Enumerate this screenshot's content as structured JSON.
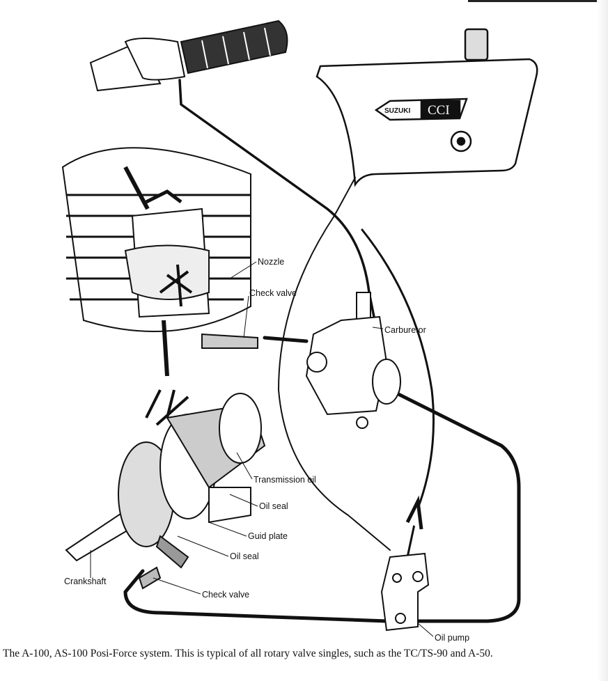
{
  "diagram": {
    "labels": {
      "nozzle": "Nozzle",
      "check_valve_top": "Check valve",
      "carburetor": "Carburetor",
      "transmission_oil": "Transmission oil",
      "oil_seal_1": "Oil seal",
      "guid_plate": "Guid plate",
      "oil_seal_2": "Oil seal",
      "crankshaft": "Crankshaft",
      "check_valve_bottom": "Check valve",
      "oil_pump": "Oil pump"
    },
    "tank_logo": {
      "brand": "SUZUKI",
      "model": "CCI"
    }
  },
  "caption": "The A-100, AS-100 Posi-Force system. This is typical of all rotary valve singles, such as the TC/TS-90 and A-50."
}
